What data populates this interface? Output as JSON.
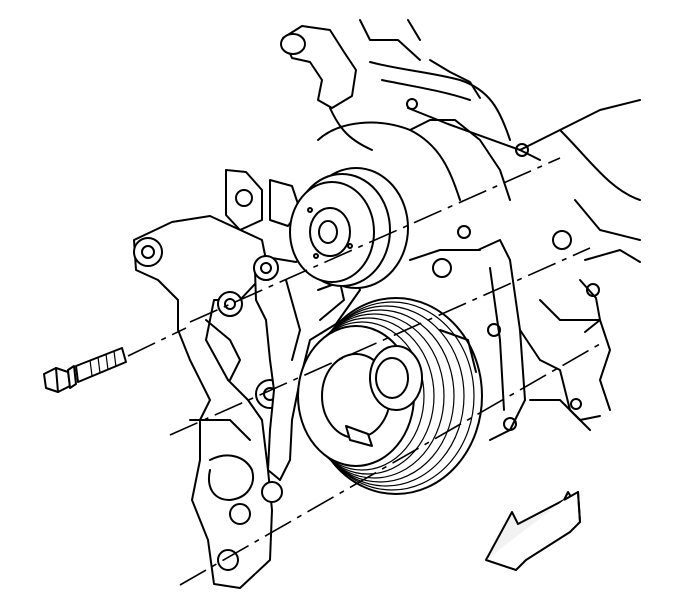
{
  "diagram": {
    "palette": {
      "ink": "#000000",
      "paper": "#ffffff",
      "arrow_fill": "#f2f2f2"
    },
    "parts": [
      {
        "id": "bolt",
        "icon": "bolt-icon"
      },
      {
        "id": "bracket",
        "icon": "bracket-icon"
      },
      {
        "id": "idler-pulley",
        "icon": "pulley-icon"
      },
      {
        "id": "crank-pulley",
        "icon": "grooved-pulley-icon"
      },
      {
        "id": "direction-arrow",
        "icon": "arrow-down-left-icon"
      }
    ]
  }
}
